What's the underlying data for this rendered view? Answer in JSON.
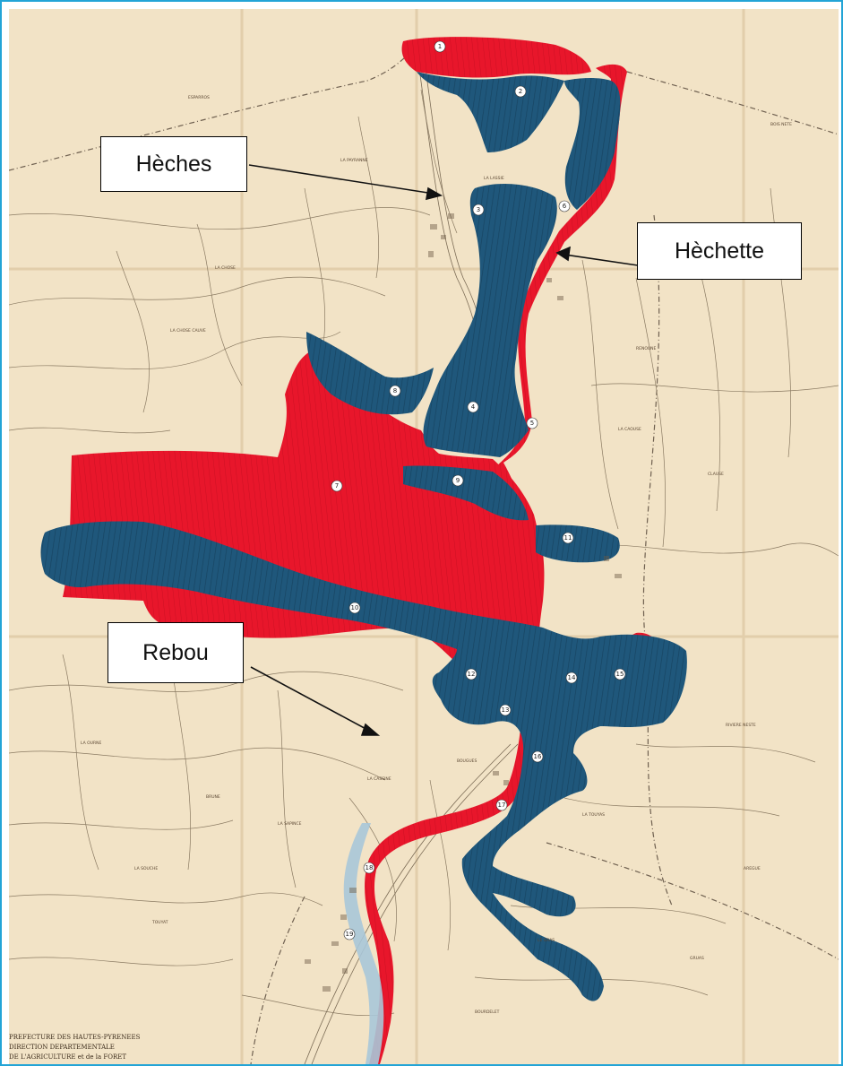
{
  "callouts": {
    "heches": "Hèches",
    "hechette": "Hèchette",
    "rebou": "Rebou"
  },
  "zone_numbers": [
    "1",
    "2",
    "3",
    "4",
    "5",
    "6",
    "7",
    "8",
    "9",
    "10",
    "11",
    "12",
    "13",
    "14",
    "15",
    "16",
    "17",
    "18",
    "19"
  ],
  "map_labels": [
    "ESPARROS",
    "BOIS NETE",
    "LA PAYRANNE",
    "LA LASSIE",
    "LA CHOSE",
    "LA CHOSE CAUVE",
    "LA OURNE",
    "BRUNE",
    "LA SOUCHE",
    "LA SAPINCE",
    "TOUYAT",
    "RENOUNE",
    "LA CAOUSE",
    "CLAUSE",
    "LA TOUYAS",
    "AREGUE",
    "GRUAS",
    "BOUGUES",
    "LE GRAS",
    "LA CASSINE",
    "RIVIERE NESTE",
    "BOURDELET"
  ],
  "footer_lines": [
    "PREFECTURE DES HAUTES-PYRENEES",
    "DIRECTION DEPARTEMENTALE",
    "DE L'AGRICULTURE et de la FORET"
  ],
  "colors": {
    "parchment": "#f2e3c6",
    "red_zone": "#e8162b",
    "blue_zone": "#1f577b",
    "river_water": "#a9c7d8",
    "frame_border": "#23a4d6"
  }
}
